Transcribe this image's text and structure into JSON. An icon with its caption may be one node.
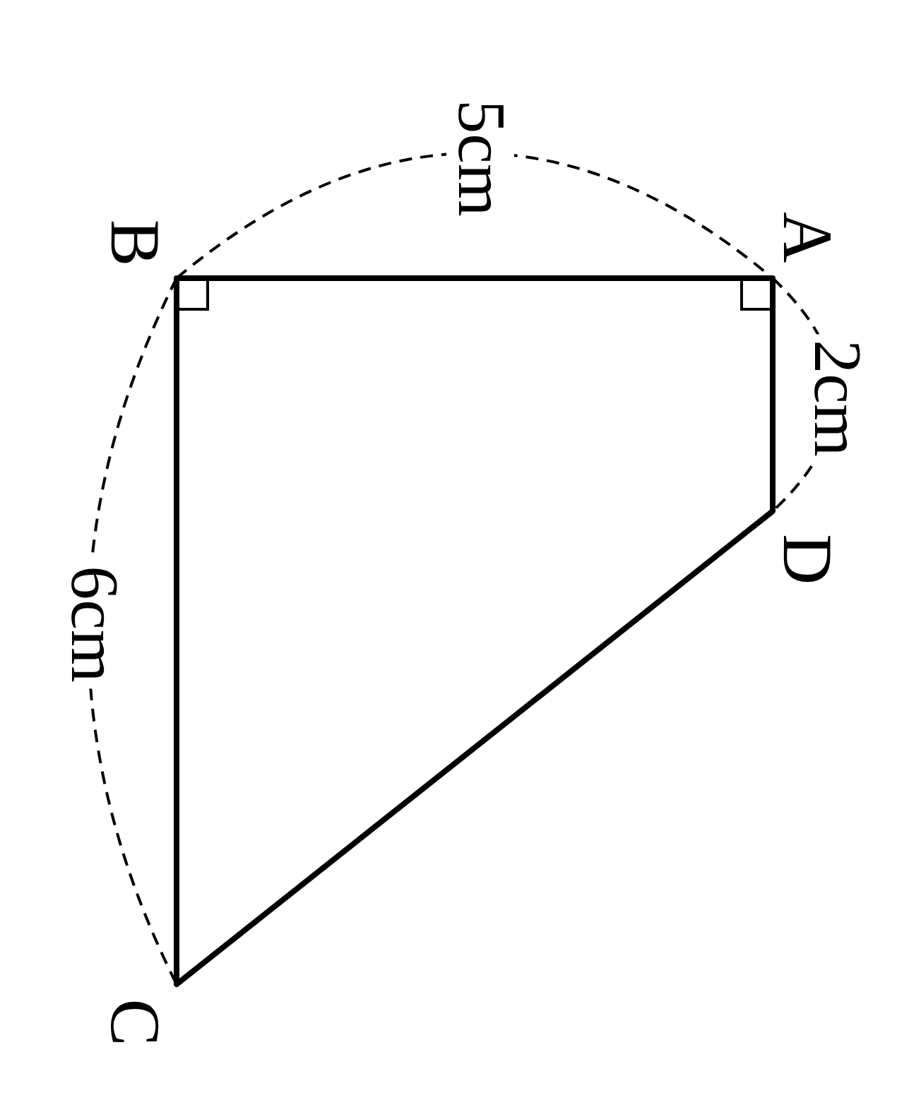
{
  "diagram": {
    "labels": [
      "A",
      "B",
      "C",
      "D",
      "5cm",
      "2cm",
      "6cm"
    ]
  }
}
